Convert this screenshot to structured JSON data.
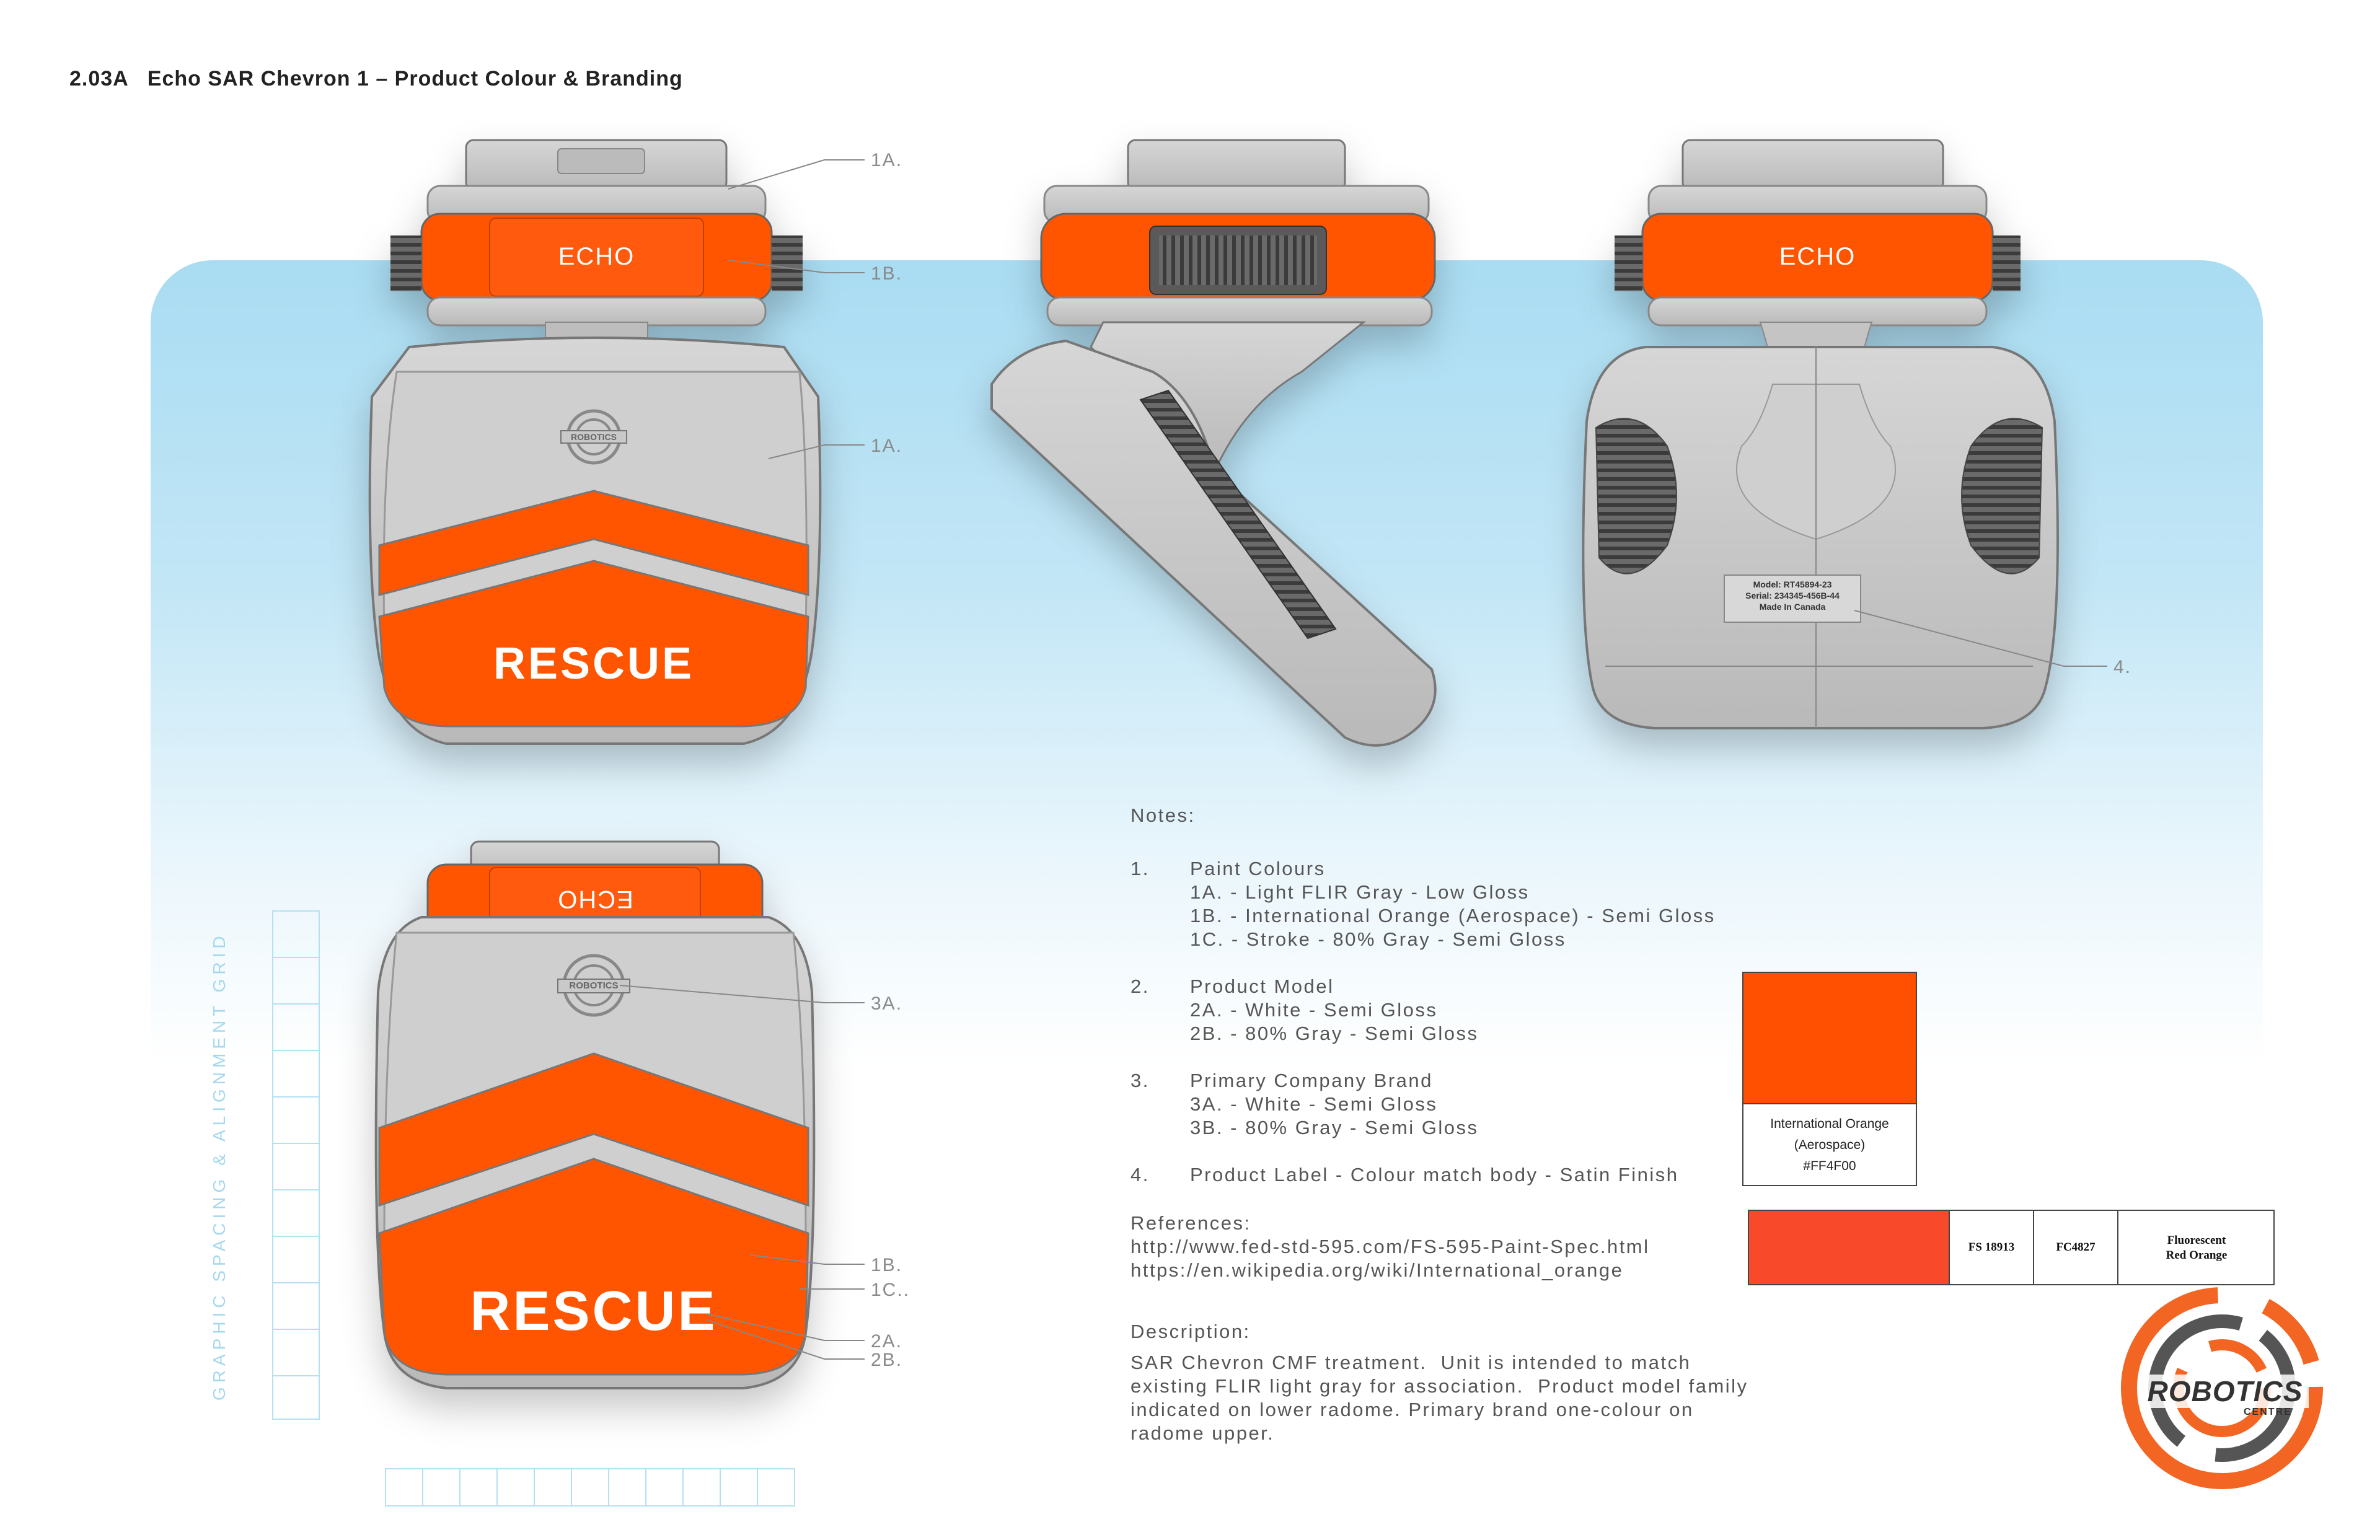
{
  "header": {
    "title": "2.03A   Echo SAR Chevron 1 – Product Colour & Branding"
  },
  "product": {
    "brand_text": "ECHO",
    "brand_text_flipped": "ECHO",
    "chevron_text": "RESCUE",
    "robotics_badge": "ROBOTICS",
    "label": {
      "model": "Model:  RT45894-23",
      "serial": "Serial:  234345-456B-44",
      "origin": "Made In Canada"
    }
  },
  "callouts": [
    "1A.",
    "1B.",
    "1A.",
    "4.",
    "3A.",
    "1B.",
    "1C..",
    "2A.",
    "2B."
  ],
  "grid_label": "GRAPHIC SPACING & ALIGNMENT GRID",
  "notes": {
    "heading": "Notes:",
    "items": [
      {
        "num": "1.",
        "title": "Paint Colours",
        "sub": [
          "1A. - Light FLIR Gray - Low Gloss",
          "1B. - International Orange (Aerospace) - Semi Gloss",
          "1C. - Stroke - 80% Gray - Semi Gloss"
        ]
      },
      {
        "num": "2.",
        "title": "Product Model",
        "sub": [
          "2A. - White - Semi Gloss",
          "2B. - 80% Gray - Semi Gloss"
        ]
      },
      {
        "num": "3.",
        "title": "Primary Company Brand",
        "sub": [
          "3A. - White - Semi Gloss",
          "3B. - 80% Gray - Semi Gloss"
        ]
      },
      {
        "num": "4.",
        "title": "Product Label - Colour match body - Satin Finish",
        "sub": []
      }
    ],
    "references_heading": "References:",
    "references": [
      "http://www.fed-std-595.com/FS-595-Paint-Spec.html",
      "https://en.wikipedia.org/wiki/International_orange"
    ],
    "description_heading": "Description:",
    "description": [
      "SAR Chevron CMF treatment.  Unit is intended to match",
      "existing FLIR light gray for association.  Product model family",
      "indicated on lower radome. Primary brand one-colour on",
      "radome upper."
    ]
  },
  "swatch": {
    "color": "#FF4F00",
    "name_line1": "International Orange",
    "name_line2": "(Aerospace)",
    "hex_label": "#FF4F00"
  },
  "fs_swatch": {
    "color": "#F84A2A",
    "code": "FS 18913",
    "ref": "FC4827",
    "name_line1": "Fluorescent",
    "name_line2": "Red Orange"
  },
  "logo": {
    "word": "ROBOTICS",
    "sub": "CENTRE",
    "ring_color": "#F26522",
    "gray": "#555555"
  },
  "colors": {
    "orange": "#FF5500",
    "body_gray": "#c8c8c8",
    "stroke_gray": "#8a8a8a",
    "sky": "#a9dcf2"
  }
}
